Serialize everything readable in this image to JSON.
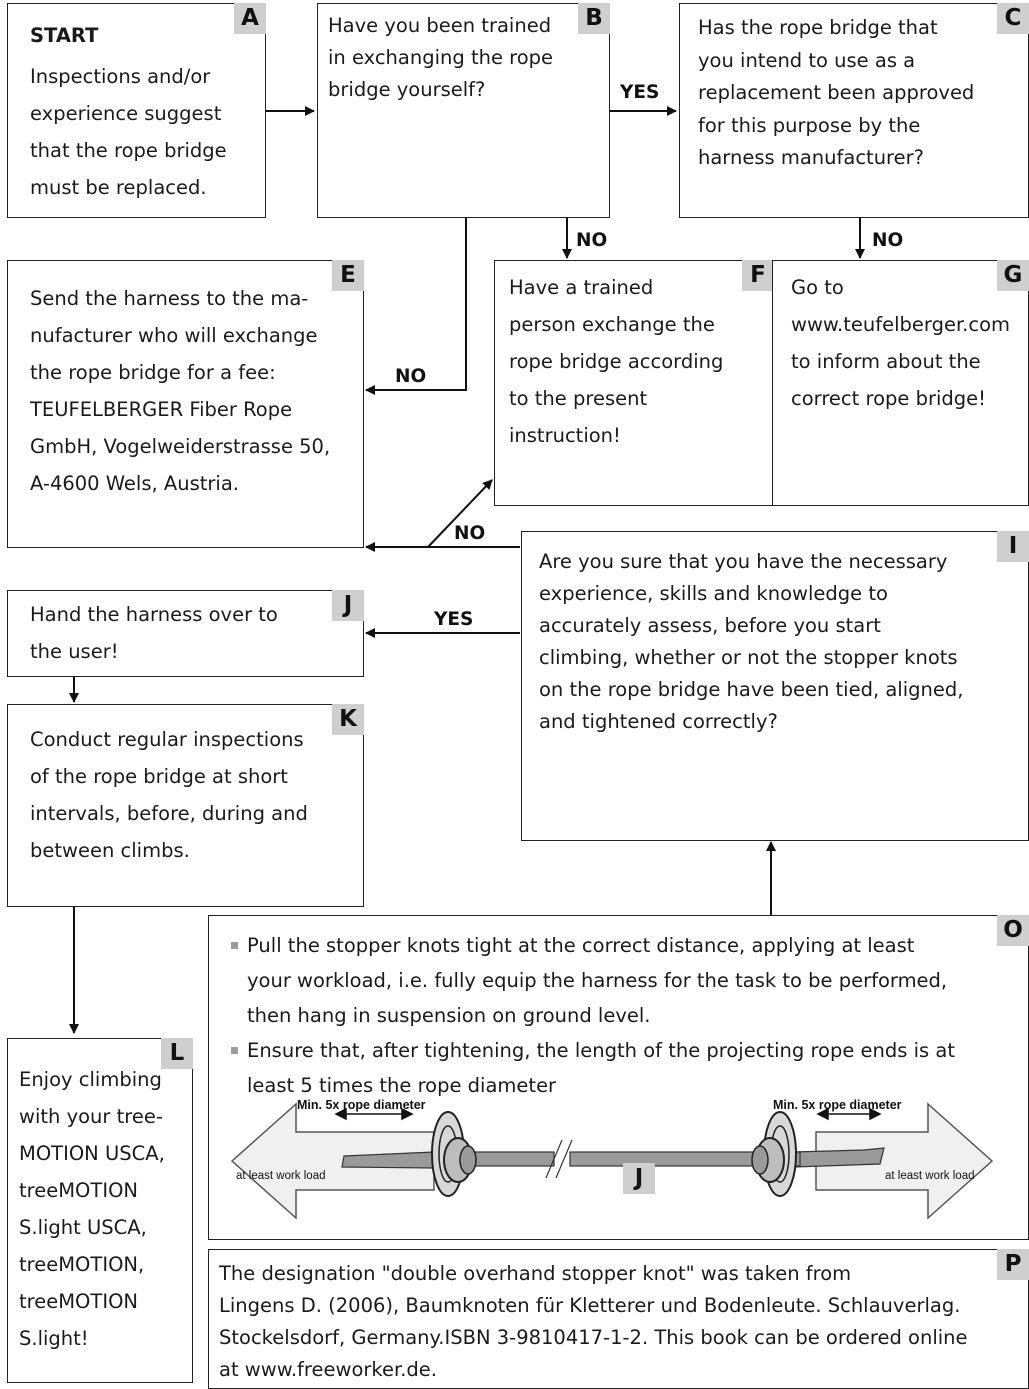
{
  "boxes": {
    "a": {
      "tag": "A",
      "title": "START",
      "text": "Inspections and/or\nexperience suggest\nthat the rope bridge\nmust be replaced."
    },
    "b": {
      "tag": "B",
      "text": "Have you been trained\nin exchanging the rope\nbridge yourself?"
    },
    "c": {
      "tag": "C",
      "text": "Has the rope bridge that\nyou intend to use as a\nreplacement been approved\nfor this purpose by the\nharness manufacturer?"
    },
    "e": {
      "tag": "E",
      "text": "Send the harness to the ma-\nnufacturer who will exchange\nthe rope bridge for a fee:\nTEUFELBERGER Fiber Rope\nGmbH, Vogelweiderstrasse 50,\nA-4600 Wels, Austria."
    },
    "f": {
      "tag": "F",
      "text": "Have a trained\nperson exchange the\nrope bridge according\nto the present\ninstruction!"
    },
    "g": {
      "tag": "G",
      "text": "Go to\nwww.teufelberger.com\nto inform about the\ncorrect rope bridge!"
    },
    "i": {
      "tag": "I",
      "text": "Are you sure that you have the necessary\nexperience, skills and knowledge to\naccurately assess, before you start\nclimbing, whether or not the stopper knots\non the rope bridge have been tied, aligned,\nand tightened correctly?"
    },
    "j": {
      "tag": "J",
      "text": "Hand the harness over to\nthe user!"
    },
    "k": {
      "tag": "K",
      "text": "Conduct regular inspections\nof the rope bridge at short\nintervals, before, during and\nbetween climbs."
    },
    "l": {
      "tag": "L",
      "text": "Enjoy climbing\nwith your tree-\nMOTION USCA,\ntreeMOTION\nS.light USCA,\ntreeMOTION,\ntreeMOTION\nS.light!"
    },
    "o": {
      "tag": "O",
      "bullet1": "Pull the stopper knots tight at the correct distance, applying at least\nyour workload, i.e. fully equip the harness for the task to be performed,\nthen hang in suspension on ground level.",
      "bullet2": "Ensure that, after tightening, the length of the projecting rope ends is at\nleast 5 times the rope diameter"
    },
    "p": {
      "tag": "P",
      "text": "The designation \"double overhand stopper knot\" was taken from\nLingens D. (2006), Baumknoten für Kletterer und Bodenleute. Schlauverlag.\nStockelsdorf, Germany.ISBN 3-9810417-1-2. This book can be ordered online\nat www.freeworker.de."
    }
  },
  "edges": {
    "yes_bc": "YES",
    "no_bf": "NO",
    "no_cg": "NO",
    "no_be": "NO",
    "no_ie": "NO",
    "yes_ij": "YES"
  },
  "illustration": {
    "min_left": "Min. 5x rope diameter",
    "min_right": "Min. 5x rope diameter",
    "load_left": "at least work load",
    "load_right": "at least work load",
    "center_tag": "J"
  }
}
